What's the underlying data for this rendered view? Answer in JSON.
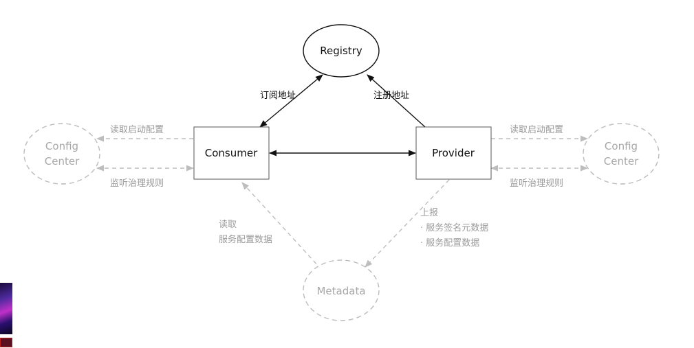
{
  "nodes": {
    "registry": "Registry",
    "consumer": "Consumer",
    "provider": "Provider",
    "config_left": [
      "Config",
      "Center"
    ],
    "config_right": [
      "Config",
      "Center"
    ],
    "metadata": "Metadata"
  },
  "edges": {
    "subscribe": "订阅地址",
    "register": "注册地址",
    "left_read_config": "读取启动配置",
    "left_listen_rules": "监听治理规则",
    "right_read_config": "读取启动配置",
    "right_listen_rules": "监听治理规则",
    "consumer_metadata": [
      "读取",
      "服务配置数据"
    ],
    "provider_metadata": [
      "上报",
      "· 服务签名元数据",
      "· 服务配置数据"
    ]
  }
}
